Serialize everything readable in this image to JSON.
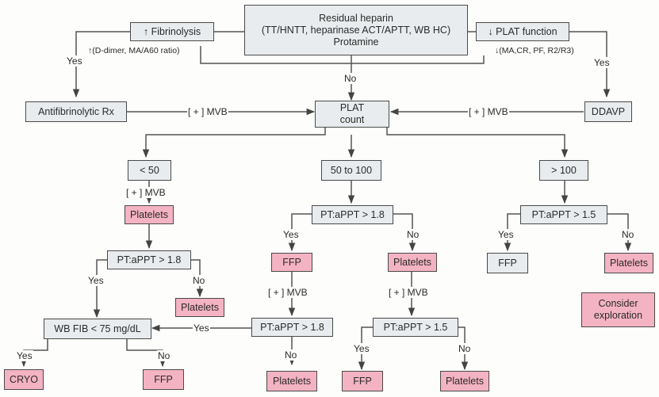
{
  "top": {
    "line1": "Residual heparin",
    "line2": "(TT/HNTT, heparinase ACT/APTT, WB HC)",
    "line3": "Protamine",
    "fibrinolysis": "↑ Fibrinolysis",
    "fibrinolysis_note": "↑(D-dimer, MA/A60 ratio)",
    "plat_function": "↓ PLAT function",
    "plat_function_note": "↓(MA,CR, PF, R2/R3)"
  },
  "labels": {
    "yes": "Yes",
    "no": "No",
    "mvb": "[ + ] MVB"
  },
  "row2": {
    "antifibrinolytic": "Antifibrinolytic Rx",
    "plat_count_1": "PLAT",
    "plat_count_2": "count",
    "ddavp": "DDAVP"
  },
  "counts": {
    "low": "< 50",
    "mid": "50 to 100",
    "high": "> 100"
  },
  "tests": {
    "pt_18": "PT:aPPT > 1.8",
    "pt_15": "PT:aPPT > 1.5",
    "wb_fib": "WB FIB < 75 mg/dL"
  },
  "products": {
    "platelets": "Platelets",
    "ffp": "FFP",
    "cryo": "CRYO",
    "consider_1": "Consider",
    "consider_2": "exploration"
  }
}
